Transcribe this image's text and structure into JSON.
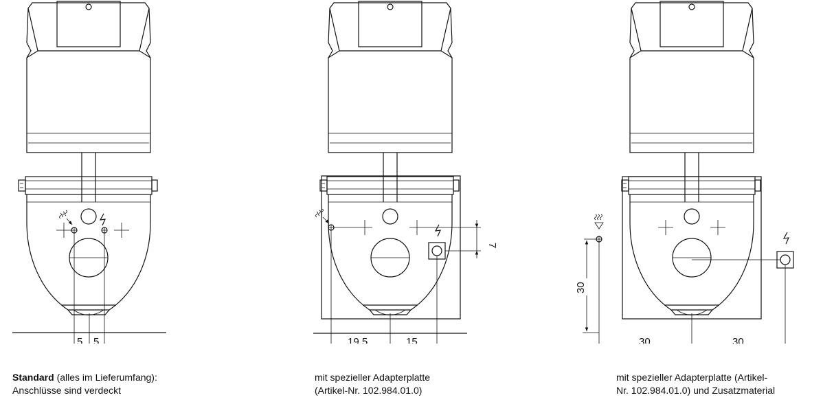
{
  "views": [
    {
      "dims": [
        "5",
        "5"
      ],
      "caption_bold": "Standard",
      "caption_line1": " (alles im Lieferumfang):",
      "caption_line2": "Anschlüsse sind verdeckt"
    },
    {
      "dims": [
        "19,5",
        "15",
        "7"
      ],
      "caption_bold": "",
      "caption_line1": "mit spezieller Adapterplatte",
      "caption_line2": "(Artikel-Nr. 102.984.01.0)"
    },
    {
      "dims": [
        "30",
        "30",
        "30"
      ],
      "caption_bold": "",
      "caption_line1": "mit spezieller Adapterplatte (Artikel-",
      "caption_line2": "Nr. 102.984.01.0) und Zusatzmaterial"
    }
  ],
  "icons": [
    "water-inlet-icon",
    "electric-connection-icon"
  ]
}
